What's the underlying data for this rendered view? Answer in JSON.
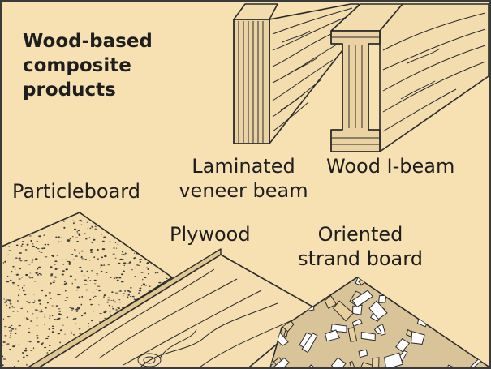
{
  "title_lines": [
    "Wood-based",
    "composite",
    "products"
  ],
  "labels": {
    "lvl": [
      "Laminated",
      "veneer beam"
    ],
    "ibeam": [
      "Wood I-beam"
    ],
    "particleboard": [
      "Particleboard"
    ],
    "plywood": [
      "Plywood"
    ],
    "osb": [
      "Oriented",
      "strand board"
    ]
  },
  "colors": {
    "background": "#f7e1b2",
    "ink": "#2b2b2b",
    "wood_light": "#f3dcae",
    "wood_shade": "#e8cf9e",
    "flake": "#ffffff",
    "frame": "#3a3a3a"
  }
}
